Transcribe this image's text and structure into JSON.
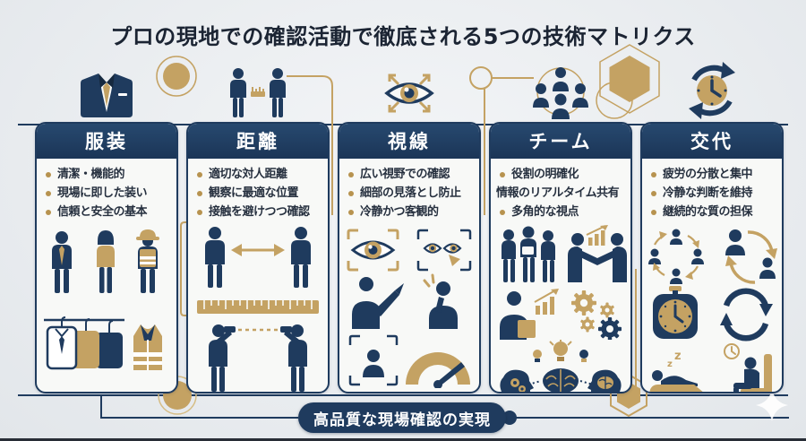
{
  "title": "プロの現地での確認活動で徹底される5つの技術マトリクス",
  "footer": {
    "label": "高品質な現場確認の実現"
  },
  "palette": {
    "navy": "#1f3b5e",
    "gold": "#c4a263",
    "bullet_gold": "#b7934f",
    "background": "#eaedf0",
    "card": "#f8f9f7",
    "title_text": "#1b2433"
  },
  "columns": [
    {
      "icon": "suit-icon",
      "header": "服装",
      "bullets": [
        "清潔・機能的",
        "現場に即した装い",
        "信頼と安全の基本"
      ]
    },
    {
      "icon": "distance-icon",
      "header": "距離",
      "bullets": [
        "適切な対人距離",
        "観察に最適な位置",
        "接触を避けつつ確認"
      ]
    },
    {
      "icon": "eye-icon",
      "header": "視線",
      "bullets": [
        "広い視野での確認",
        "細部の見落とし防止",
        "冷静かつ客観的"
      ]
    },
    {
      "icon": "team-icon",
      "header": "チーム",
      "bullets": [
        "役割の明確化",
        "情報のリアルタイム共有",
        "多角的な視点"
      ]
    },
    {
      "icon": "clock-rotation-icon",
      "header": "交代",
      "bullets": [
        "疲労の分散と集中",
        "冷静な判断を維持",
        "継続的な質の担保"
      ]
    }
  ]
}
